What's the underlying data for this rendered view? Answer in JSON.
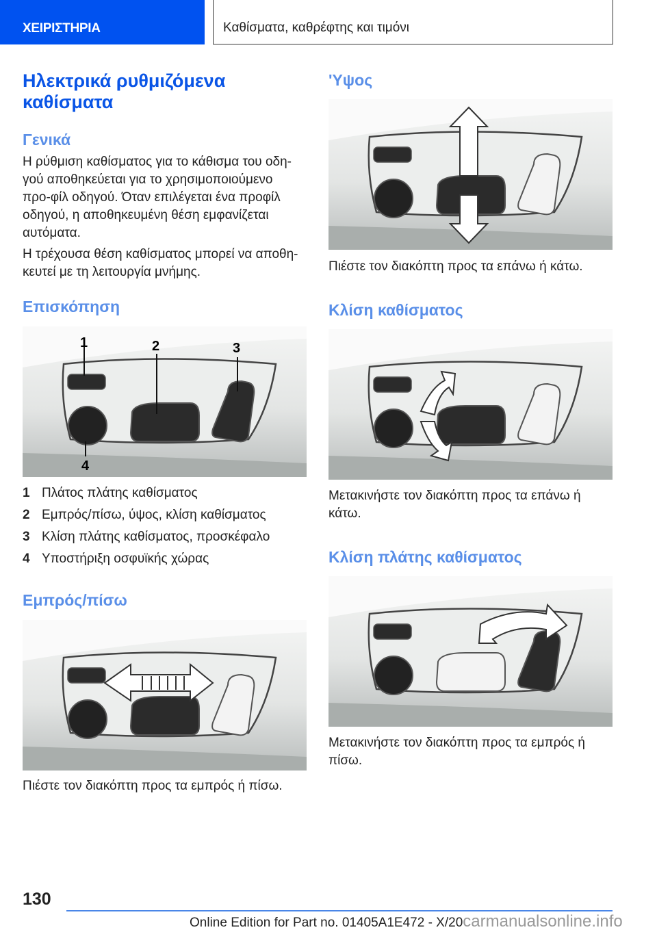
{
  "header": {
    "section": "ΧΕΙΡΙΣΤΗΡΙΑ",
    "chapter": "Καθίσματα, καθρέφτης και τιμόνι"
  },
  "left": {
    "title": "Ηλεκτρικά ρυθμιζόμενα καθίσματα",
    "general_heading": "Γενικά",
    "general_p1": "Η ρύθμιση καθίσματος για το κάθισμα του οδη-γού αποθηκεύεται για το χρησιμοποιούμενο προ-φίλ οδηγού. Όταν επιλέγεται ένα προφίλ οδηγού, η αποθηκευμένη θέση εμφανίζεται αυτόματα.",
    "general_p2": "Η τρέχουσα θέση καθίσματος μπορεί να αποθη-κευτεί με τη λειτουργία μνήμης.",
    "overview_heading": "Επισκόπηση",
    "overview_items": [
      {
        "n": "1",
        "text": "Πλάτος πλάτης καθίσματος"
      },
      {
        "n": "2",
        "text": "Εμπρός/πίσω, ύψος, κλίση καθίσματος"
      },
      {
        "n": "3",
        "text": "Κλίση πλάτης καθίσματος, προσκέφαλο"
      },
      {
        "n": "4",
        "text": "Υποστήριξη οσφυϊκής χώρας"
      }
    ],
    "fore_aft_heading": "Εμπρός/πίσω",
    "fore_aft_text": "Πιέστε τον διακόπτη προς τα εμπρός ή πίσω."
  },
  "right": {
    "height_heading": "'Υψος",
    "height_text": "Πιέστε τον διακόπτη προς τα επάνω ή κάτω.",
    "tilt_heading": "Κλίση καθίσματος",
    "tilt_text": "Μετακινήστε τον διακόπτη προς τα επάνω ή κάτω.",
    "backrest_heading": "Κλίση πλάτης καθίσματος",
    "backrest_text": "Μετακινήστε τον διακόπτη προς τα εμπρός ή πίσω."
  },
  "footer": {
    "page": "130",
    "edition": "Online Edition for Part no. 01405A1E472 - X/20",
    "watermark": "carmanualsonline.info"
  }
}
